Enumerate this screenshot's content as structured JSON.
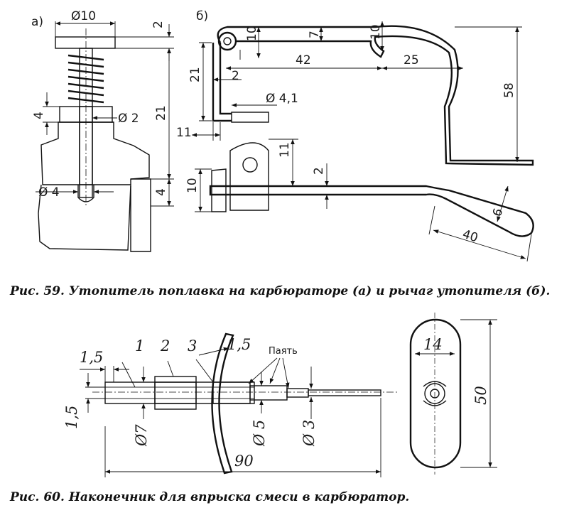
{
  "figure59": {
    "label_a": "а)",
    "label_b": "б)",
    "dims_a": {
      "d10": "Ø10",
      "t2": "2",
      "d2": "Ø 2",
      "h4": "4",
      "h21": "21",
      "d4": "Ø 4",
      "b4": "4"
    },
    "dims_b": {
      "d10": "10",
      "d7": "7",
      "d10b": "10",
      "l42": "42",
      "l25": "25",
      "h58": "58",
      "h21": "21",
      "l2": "2",
      "d41": "Ø 4,1",
      "l11": "11",
      "h11": "11",
      "w2": "2",
      "h10": "10",
      "w6": "6",
      "l40": "40"
    },
    "caption": "Рис. 59. Утопитель поплавка на карбюраторе (а) и рычаг утопителя (б)."
  },
  "figure60": {
    "parts": {
      "p1": "1",
      "p2": "2",
      "p3": "3"
    },
    "dims": {
      "t15a": "1,5",
      "t15b": "1,5",
      "t15c": "1,5",
      "d7": "Ø7",
      "d5": "Ø 5",
      "d3": "Ø 3",
      "l90": "90",
      "w14": "14",
      "h50": "50"
    },
    "solder_label": "Паять",
    "caption": "Рис. 60. Наконечник для впрыска смеси в карбюратор."
  }
}
